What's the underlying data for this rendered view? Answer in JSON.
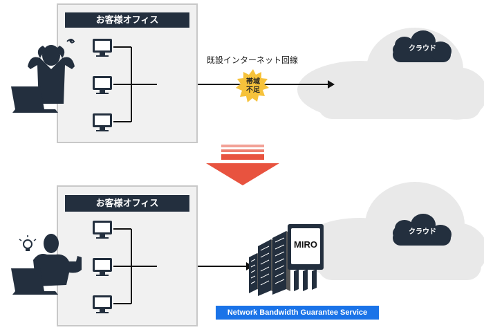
{
  "top_section": {
    "office_title": "お客様オフィス",
    "line_label": "既設インターネット回線",
    "bottleneck_badge": "帯域\n不足",
    "cloud_label": "クラウド"
  },
  "bottom_section": {
    "office_title": "お客様オフィス",
    "appliance_label": "MIRO",
    "service_label": "Network Bandwidth Guarantee Service",
    "cloud_label": "クラウド"
  },
  "colors": {
    "title_bg": "#232f3e",
    "office_bg": "#f1f1f1",
    "arrow_red": "#e8533f",
    "burst_yellow": "#f6c23b",
    "service_blue": "#1a73e8",
    "cloud_gray": "#e9e9e9"
  },
  "icons": [
    "person-frustrated-icon",
    "person-thumbs-up-icon",
    "laptop-icon",
    "monitor-icon",
    "router-icon",
    "cloud-icon",
    "lightbulb-icon",
    "sigh-icon",
    "server-rack-icon"
  ]
}
